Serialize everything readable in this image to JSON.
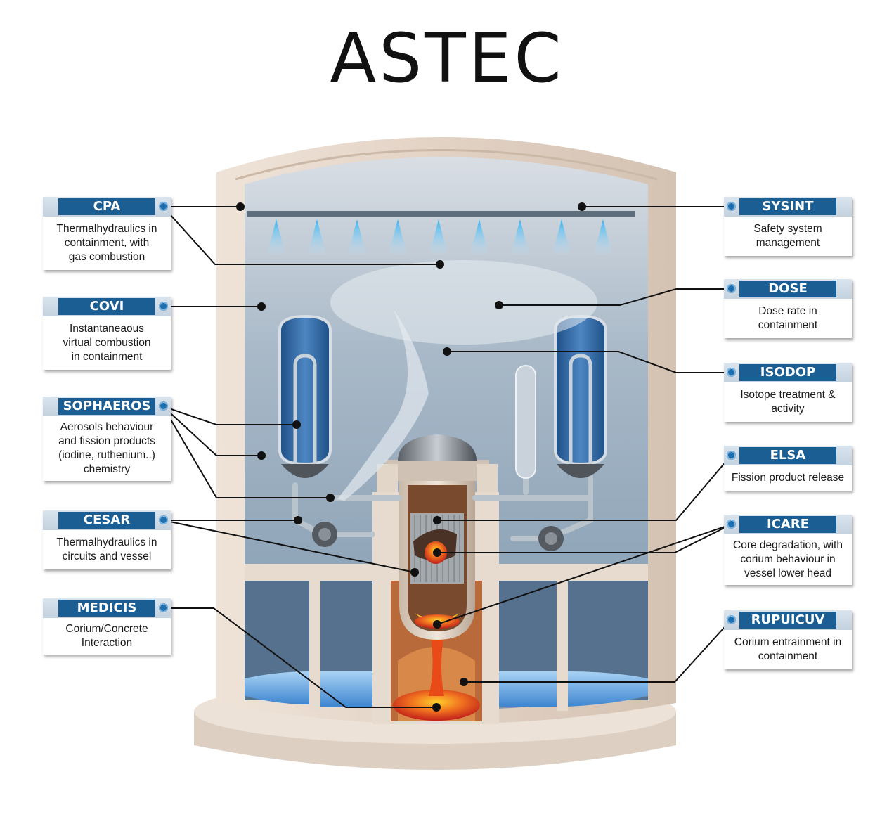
{
  "title": "ASTEC",
  "modules": {
    "cpa": {
      "name": "CPA",
      "desc": "Thermalhydraulics in containment, with gas combustion"
    },
    "covi": {
      "name": "COVI",
      "desc": "Instantaneaous virtual combustion in containment"
    },
    "sophaeros": {
      "name": "SOPHAEROS",
      "desc": "Aerosols behaviour and fission products (iodine, ruthenium..) chemistry"
    },
    "cesar": {
      "name": "CESAR",
      "desc": "Thermalhydraulics in circuits and vessel"
    },
    "medicis": {
      "name": "MEDICIS",
      "desc": "Corium/Concrete Interaction"
    },
    "sysint": {
      "name": "SYSINT",
      "desc": "Safety system management"
    },
    "dose": {
      "name": "DOSE",
      "desc": "Dose rate in containment"
    },
    "isodop": {
      "name": "ISODOP",
      "desc": "Isotope treatment & activity"
    },
    "elsa": {
      "name": "ELSA",
      "desc": "Fission product release"
    },
    "icare": {
      "name": "ICARE",
      "desc": "Core degradation, with corium behaviour in vessel lower head"
    },
    "rupuicuv": {
      "name": "RUPUICUV",
      "desc": "Corium entrainment in containment"
    }
  },
  "colors": {
    "callout_bar": "#1b5e94",
    "concrete": "#e6d8cc",
    "interior": "#8fa6b8",
    "water": "#6fa6dc",
    "corium": "#f07020"
  }
}
